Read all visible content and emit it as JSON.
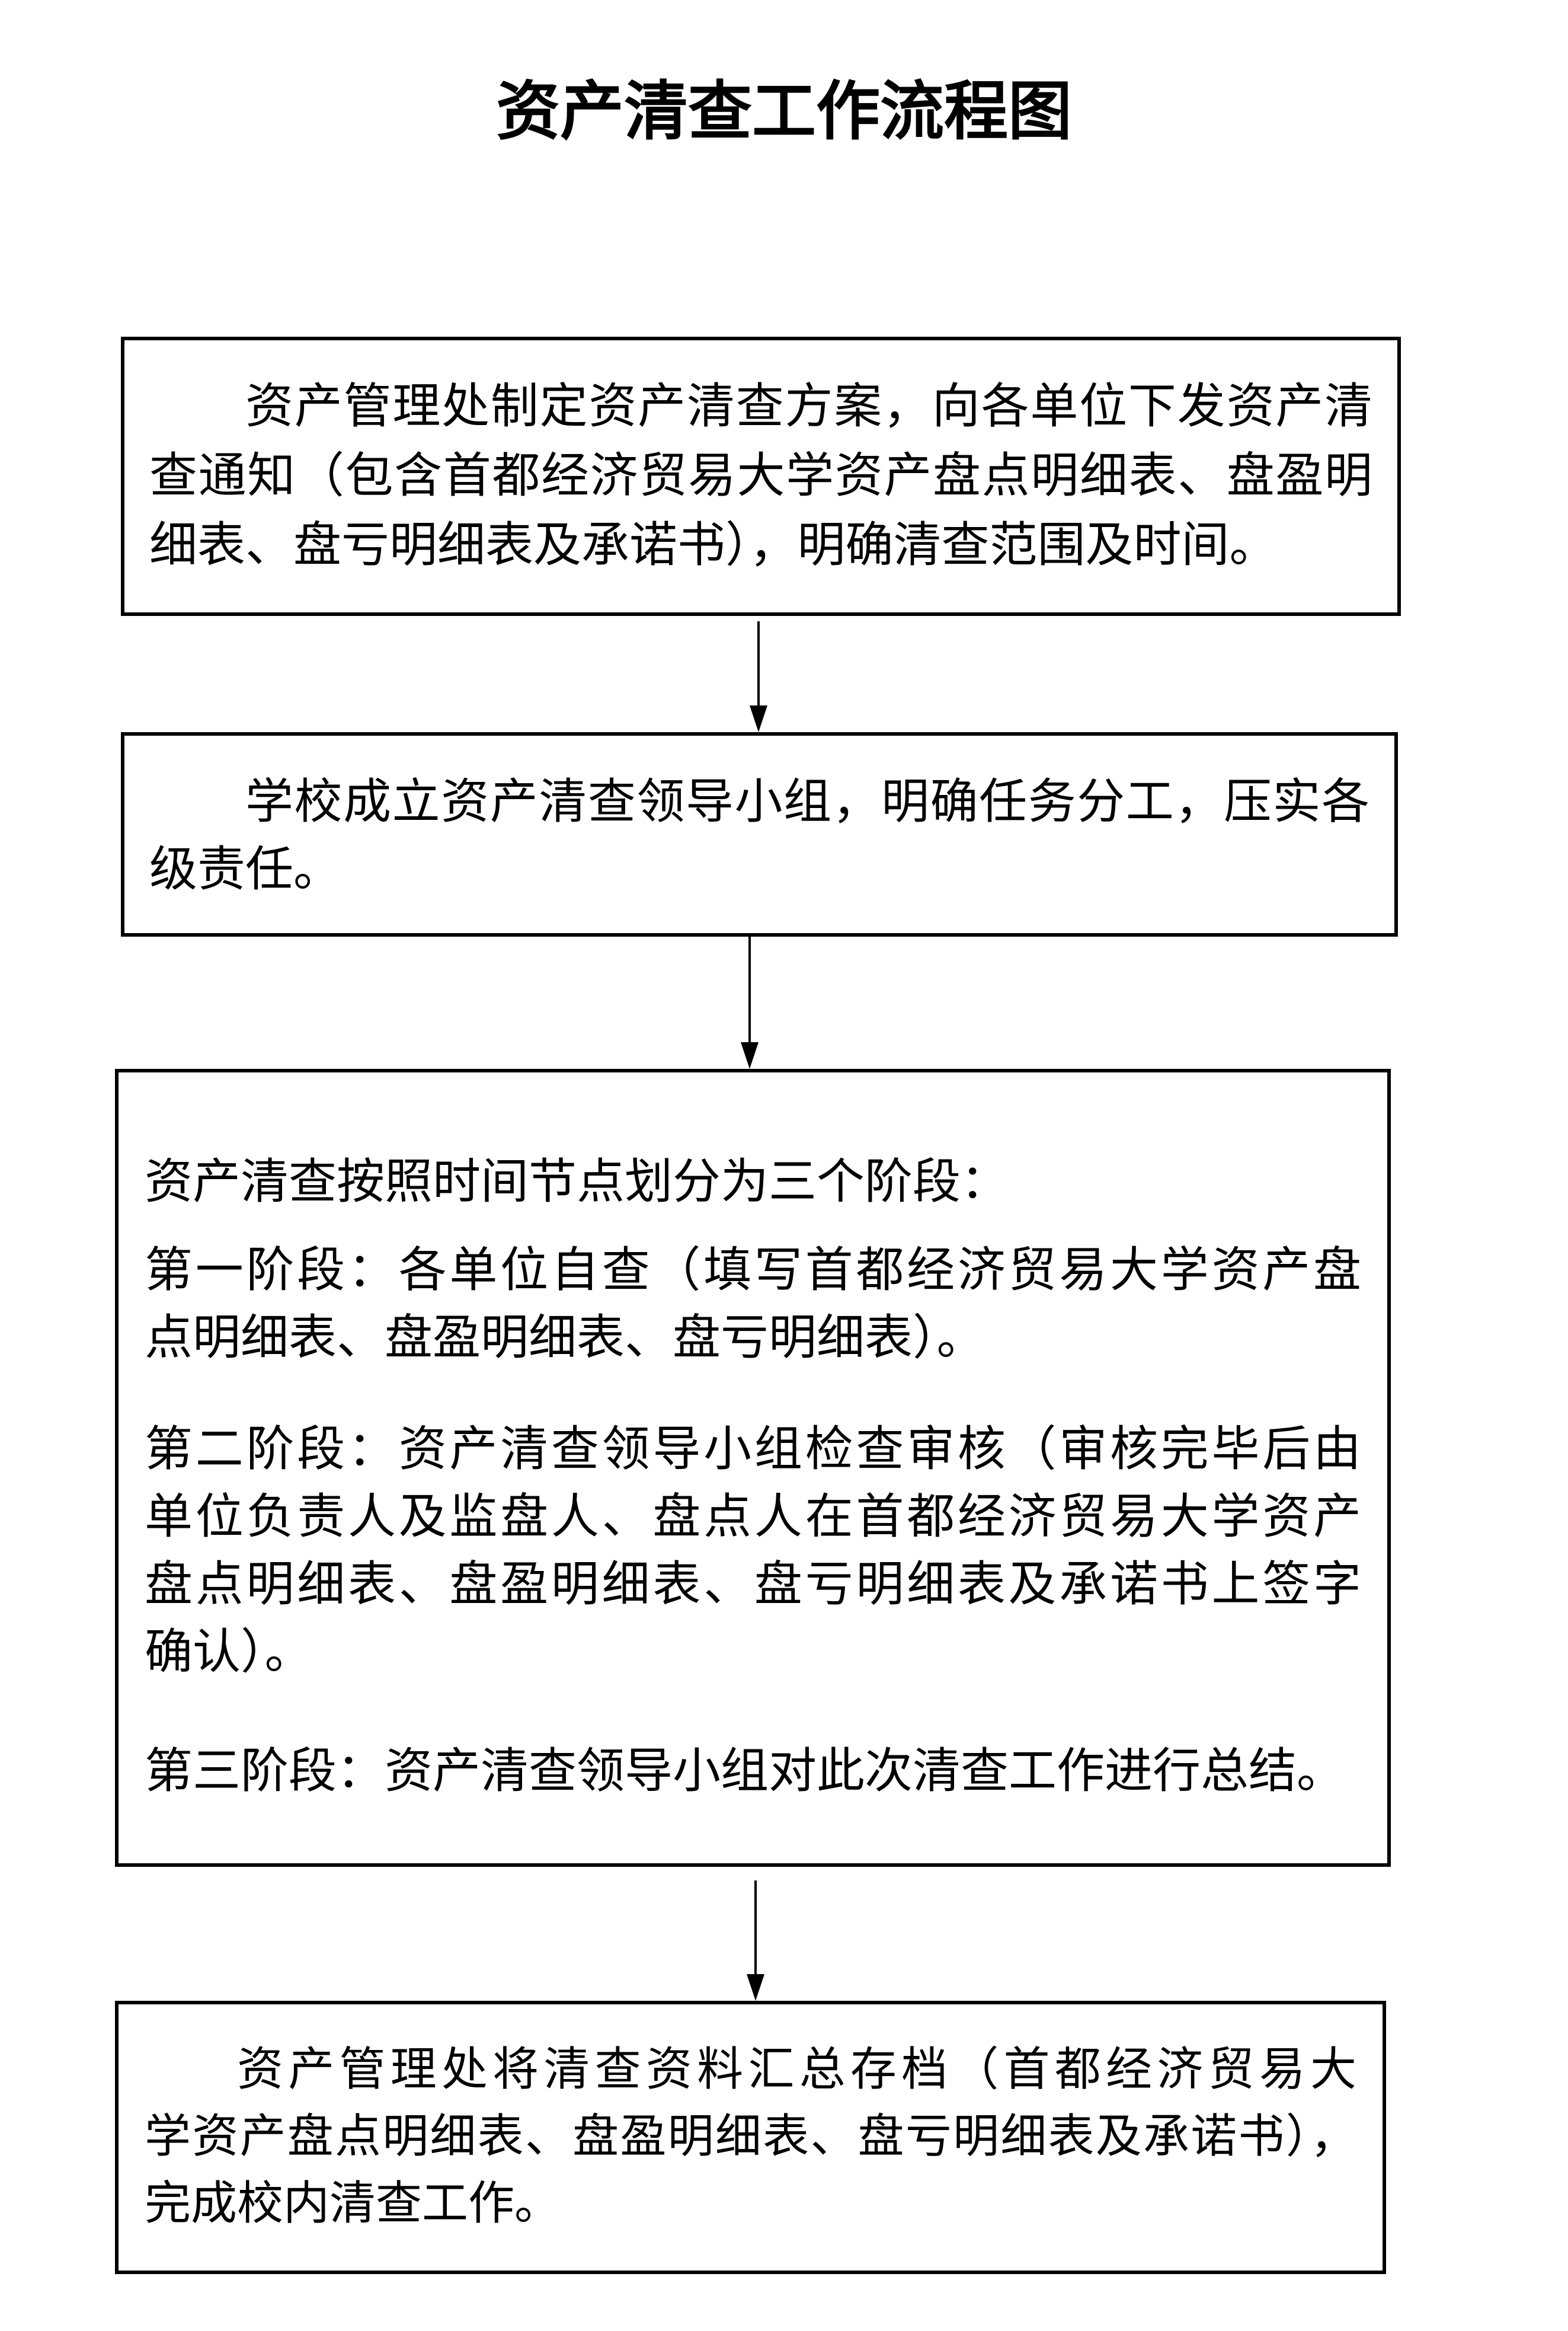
{
  "title": "资产清查工作流程图",
  "steps": [
    {
      "paragraphs": [
        [
          "资产管理处制定资产清查方案，向各单位下发资产清",
          "查通知（包含首都经济贸易大学资产盘点明细表、盘盈明",
          "细表、盘亏明细表及承诺书），明确清查范围及时间。"
        ]
      ]
    },
    {
      "paragraphs": [
        [
          "学校成立资产清查领导小组，明确任务分工，压实各",
          "级责任。"
        ]
      ]
    },
    {
      "paragraphs": [
        [
          "资产清查按照时间节点划分为三个阶段："
        ],
        [
          "第一阶段：各单位自查（填写首都经济贸易大学资产盘",
          "点明细表、盘盈明细表、盘亏明细表）。"
        ],
        [
          "第二阶段：资产清查领导小组检查审核（审核完毕后由",
          "单位负责人及监盘人、盘点人在首都经济贸易大学资产",
          "盘点明细表、盘盈明细表、盘亏明细表及承诺书上签字",
          "确认）。"
        ],
        [
          "第三阶段：资产清查领导小组对此次清查工作进行总结。"
        ]
      ]
    },
    {
      "paragraphs": [
        [
          "资产管理处将清查资料汇总存档（首都经济贸易大",
          "学资产盘点明细表、盘盈明细表、盘亏明细表及承诺书），",
          "完成校内清查工作。"
        ]
      ]
    }
  ]
}
